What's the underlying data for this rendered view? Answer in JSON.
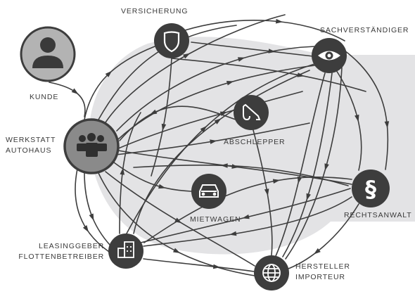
{
  "nodes": {
    "kunde": {
      "label": "KUNDE",
      "icon": "person-icon"
    },
    "werkstatt": {
      "line1": "WERKSTATT",
      "line2": "AUTOHAUS",
      "icon": "group-icon"
    },
    "versicherung": {
      "label": "VERSICHERUNG",
      "icon": "shield-icon"
    },
    "sachverstaendiger": {
      "label": "SACHVERSTÄNDIGER",
      "icon": "eye-icon"
    },
    "abschlepper": {
      "label": "ABSCHLEPPER",
      "icon": "tow-hook-icon"
    },
    "mietwagen": {
      "label": "MIETWAGEN",
      "icon": "car-icon"
    },
    "rechtsanwalt": {
      "label": "RECHTSANWALT",
      "icon": "paragraph-icon"
    },
    "leasinggeber": {
      "line1": "LEASINGGEBER",
      "line2": "FLOTTENBETREIBER",
      "icon": "building-icon"
    },
    "hersteller": {
      "line1": "HERSTELLER",
      "line2": "IMPORTEUR",
      "icon": "globe-icon"
    }
  },
  "colors": {
    "node_fill": "#3d3d3d",
    "hub_fill": "#8a8a8a",
    "line": "#3d3d3d",
    "background_blob": "#e3e3e5",
    "kunde_fill": "#b3b3b3",
    "kunde_icon": "#3a3a3a"
  }
}
